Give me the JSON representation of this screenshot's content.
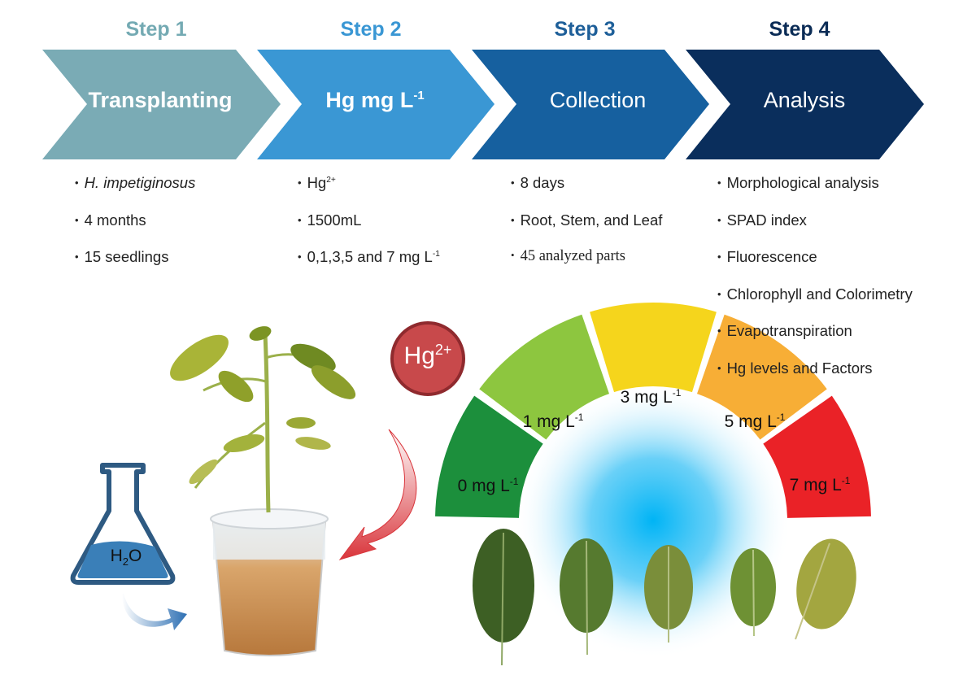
{
  "steps": [
    {
      "title": "Step 1",
      "label": "Transplanting",
      "color": "#7aabb5",
      "title_color": "#74aab3",
      "bullets": [
        "H. impetiginosus",
        "4 months",
        "15 seedlings"
      ]
    },
    {
      "title": "Step 2",
      "label_main": "Hg mg L",
      "label_sup": "-1",
      "color": "#3a97d4",
      "title_color": "#3a97d4",
      "bullets": [
        "Hg",
        "1500mL",
        "0,1,3,5 and 7 mg L"
      ],
      "bullet_sups": [
        "2+",
        "",
        "-1"
      ]
    },
    {
      "title": "Step 3",
      "label": "Collection",
      "color": "#16609f",
      "title_color": "#1e5f99",
      "bullets": [
        "8 days",
        "Root, Stem, and Leaf",
        "45 analyzed parts"
      ]
    },
    {
      "title": "Step 4",
      "label": "Analysis",
      "color": "#0a2e5c",
      "title_color": "#0b2c56",
      "bullets": [
        "Morphological analysis",
        "SPAD index",
        "Fluorescence",
        "Chlorophyll and Colorimetry",
        "Evapotranspiration",
        "Hg levels and Factors"
      ]
    }
  ],
  "hg_badge": {
    "text": "Hg",
    "sup": "2+",
    "color": "#c8494b"
  },
  "flask": {
    "label": "H",
    "sub": "2",
    "label_end": "O",
    "color": "#3a7fb8"
  },
  "gauge": [
    {
      "label": "0 mg L",
      "sup": "-1",
      "color": "#1c8f3c"
    },
    {
      "label": "1 mg L",
      "sup": "-1",
      "color": "#8dc63f"
    },
    {
      "label": "3 mg L",
      "sup": "-1",
      "color": "#f5d51c"
    },
    {
      "label": "5 mg L",
      "sup": "-1",
      "color": "#f7ae36"
    },
    {
      "label": "7 mg L",
      "sup": "-1",
      "color": "#ea2227"
    }
  ]
}
